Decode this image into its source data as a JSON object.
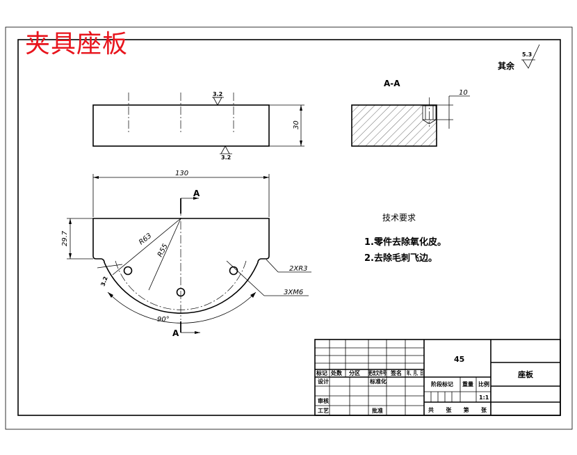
{
  "title": "夹具座板",
  "surface_finish": {
    "other_label": "其余",
    "other_value": "5.3",
    "top_value": "3.2",
    "bottom_value": "3.2"
  },
  "section": {
    "label": "A-A",
    "depth_dim": "10"
  },
  "dims": {
    "thickness": "30",
    "width": "130",
    "height": "29.7",
    "r_outer": "R63",
    "r_inner": "R55",
    "angle": "90°",
    "chamfer": "2XR3",
    "holes": "3XM6",
    "small": "3.2",
    "section_mark": "A"
  },
  "tech_req": {
    "heading": "技术要求",
    "items": [
      "1.零件去除氧化皮。",
      "2.去除毛刺飞边。"
    ]
  },
  "title_block": {
    "material": "45",
    "part_name": "座板",
    "headers": [
      "标记",
      "处数",
      "分区",
      "更改文件号",
      "签名",
      "年、月、日"
    ],
    "design": "设计",
    "standard": "标准化",
    "review": "审核",
    "process": "工艺",
    "approve": "批准",
    "stage_mark": "阶段标记",
    "weight": "重量",
    "scale": "比例",
    "scale_value": "1:1",
    "sheets_label": "共　张　第　张"
  }
}
